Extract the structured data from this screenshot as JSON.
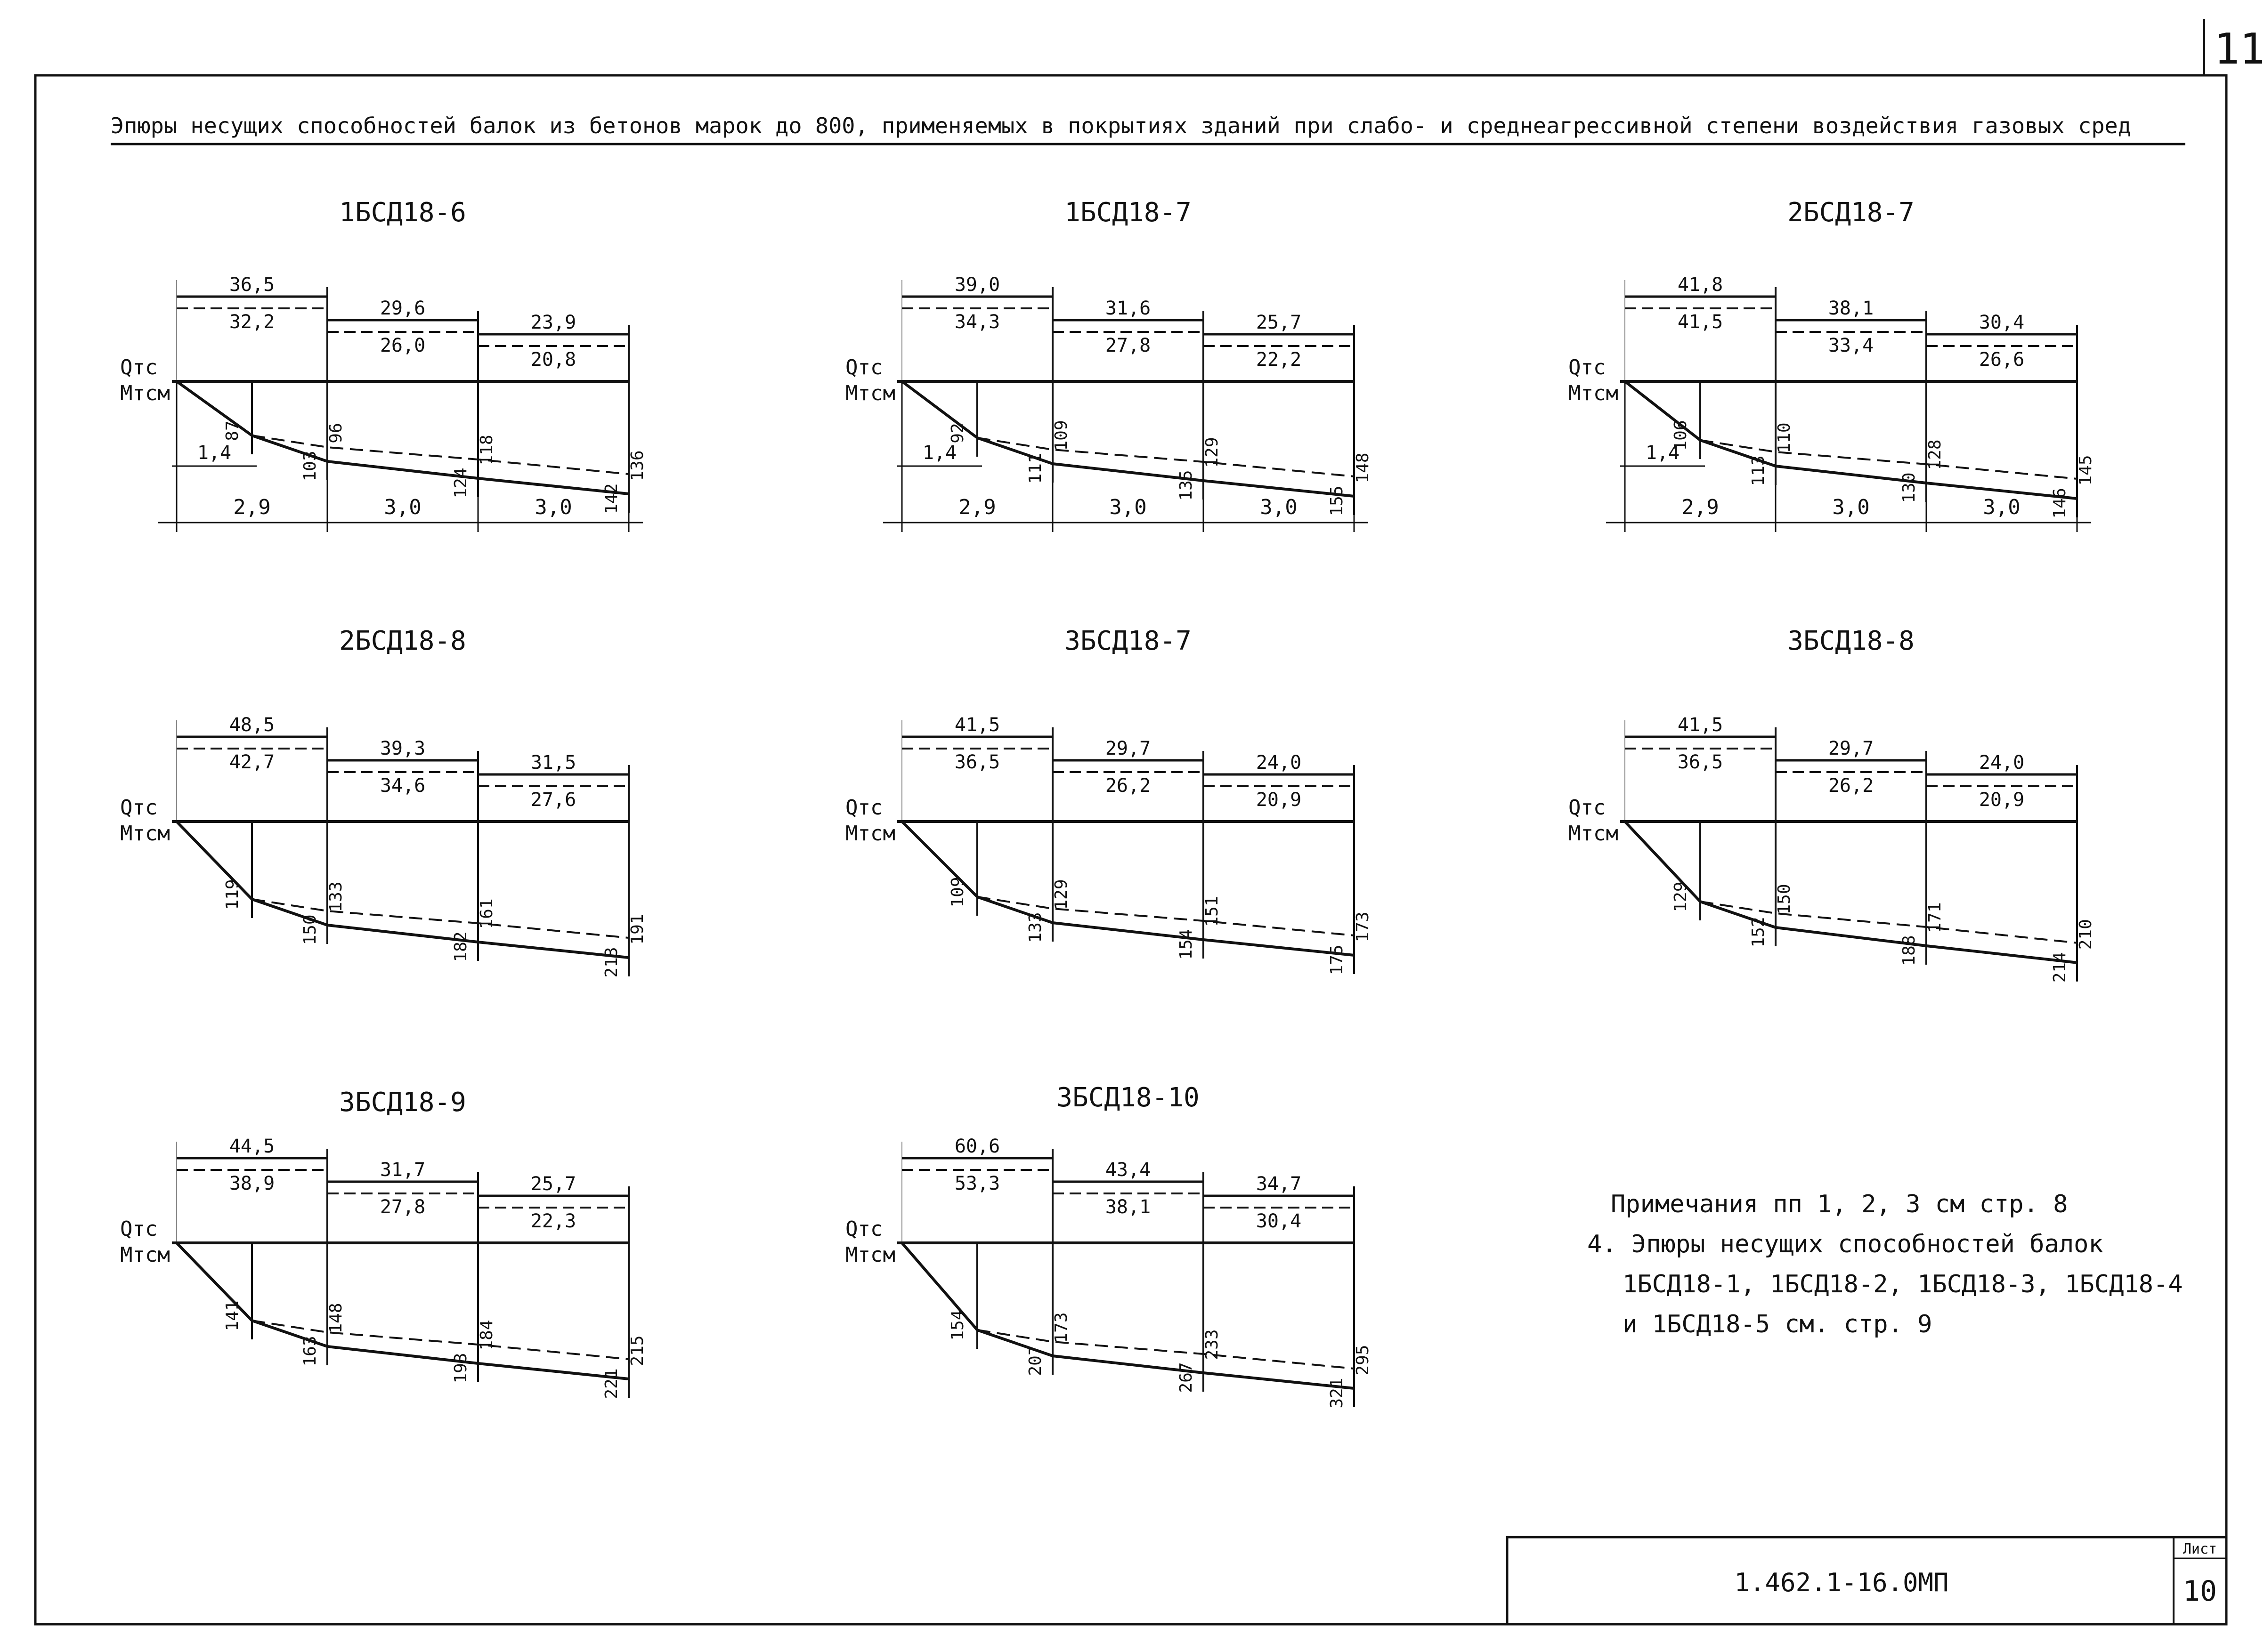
{
  "page": {
    "title": "Эпюры несущих способностей балок из бетонов марок до 800, применяемых в покрытиях зданий при слабо- и среднеагрессивной степени воздействия газовых сред",
    "corner_number": "11"
  },
  "diagrams": [
    {
      "name": "1БСД18-6",
      "q_labels": [
        [
          "36,5",
          "32,2"
        ],
        [
          "29,6",
          "26,0"
        ],
        [
          "23,9",
          "20,8"
        ]
      ],
      "axis_q": "Qтс",
      "axis_m": "Мтсм",
      "m_labels": [
        [
          "87",
          "103",
          "96"
        ],
        [
          "124",
          "118"
        ],
        [
          "142",
          "136"
        ]
      ],
      "dims": {
        "sub": "1,4",
        "spans": [
          "2,9",
          "3,0",
          "3,0"
        ]
      }
    },
    {
      "name": "1БСД18-7",
      "q_labels": [
        [
          "39,0",
          "34,3"
        ],
        [
          "31,6",
          "27,8"
        ],
        [
          "25,7",
          "22,2"
        ]
      ],
      "axis_q": "Qтс",
      "axis_m": "Мтсм",
      "m_labels": [
        [
          "92",
          "111",
          "109"
        ],
        [
          "135",
          "129"
        ],
        [
          "155",
          "148"
        ]
      ],
      "dims": {
        "sub": "1,4",
        "spans": [
          "2,9",
          "3,0",
          "3,0"
        ]
      }
    },
    {
      "name": "2БСД18-7",
      "q_labels": [
        [
          "41,8",
          "41,5"
        ],
        [
          "38,1",
          "33,4"
        ],
        [
          "30,4",
          "26,6"
        ]
      ],
      "axis_q": "Qтс",
      "axis_m": "Мтсм",
      "m_labels": [
        [
          "106",
          "113",
          "110"
        ],
        [
          "130",
          "128"
        ],
        [
          "146",
          "145"
        ]
      ],
      "dims": {
        "sub": "1,4",
        "spans": [
          "2,9",
          "3,0",
          "3,0"
        ]
      }
    },
    {
      "name": "2БСД18-8",
      "q_labels": [
        [
          "48,5",
          "42,7"
        ],
        [
          "39,3",
          "34,6"
        ],
        [
          "31,5",
          "27,6"
        ]
      ],
      "axis_q": "Qтс",
      "axis_m": "Мтсм",
      "m_labels": [
        [
          "119",
          "150",
          "133"
        ],
        [
          "182",
          "161"
        ],
        [
          "213",
          "191"
        ]
      ],
      "dims": null
    },
    {
      "name": "3БСД18-7",
      "q_labels": [
        [
          "41,5",
          "36,5"
        ],
        [
          "29,7",
          "26,2"
        ],
        [
          "24,0",
          "20,9"
        ]
      ],
      "axis_q": "Qтс",
      "axis_m": "Мтсм",
      "m_labels": [
        [
          "109",
          "133",
          "129"
        ],
        [
          "154",
          "151"
        ],
        [
          "175",
          "173"
        ]
      ],
      "dims": null
    },
    {
      "name": "3БСД18-8",
      "q_labels": [
        [
          "41,5",
          "36,5"
        ],
        [
          "29,7",
          "26,2"
        ],
        [
          "24,0",
          "20,9"
        ]
      ],
      "axis_q": "Qтс",
      "axis_m": "Мтсм",
      "m_labels": [
        [
          "129",
          "152",
          "150"
        ],
        [
          "188",
          "171"
        ],
        [
          "214",
          "210"
        ]
      ],
      "dims": null
    },
    {
      "name": "3БСД18-9",
      "q_labels": [
        [
          "44,5",
          "38,9"
        ],
        [
          "31,7",
          "27,8"
        ],
        [
          "25,7",
          "22,3"
        ]
      ],
      "axis_q": "Qтс",
      "axis_m": "Мтсм",
      "m_labels": [
        [
          "141",
          "163",
          "148"
        ],
        [
          "193",
          "184"
        ],
        [
          "221",
          "215"
        ]
      ],
      "dims": null
    },
    {
      "name": "3БСД18-10",
      "q_labels": [
        [
          "60,6",
          "53,3"
        ],
        [
          "43,4",
          "38,1"
        ],
        [
          "34,7",
          "30,4"
        ]
      ],
      "axis_q": "Qтс",
      "axis_m": "Мтсм",
      "m_labels": [
        [
          "154",
          "207",
          "173"
        ],
        [
          "267",
          "233"
        ],
        [
          "321",
          "295"
        ]
      ],
      "dims": null
    }
  ],
  "notes": [
    "Примечания пп 1, 2, 3   см стр. 8",
    "4. Эпюры несущих способностей балок",
    "1БСД18-1, 1БСД18-2, 1БСД18-3, 1БСД18-4",
    "и 1БСД18-5  см. стр. 9"
  ],
  "stamp": {
    "code": "1.462.1-16.0МП",
    "sheet_label": "Лист",
    "sheet_number": "10"
  }
}
